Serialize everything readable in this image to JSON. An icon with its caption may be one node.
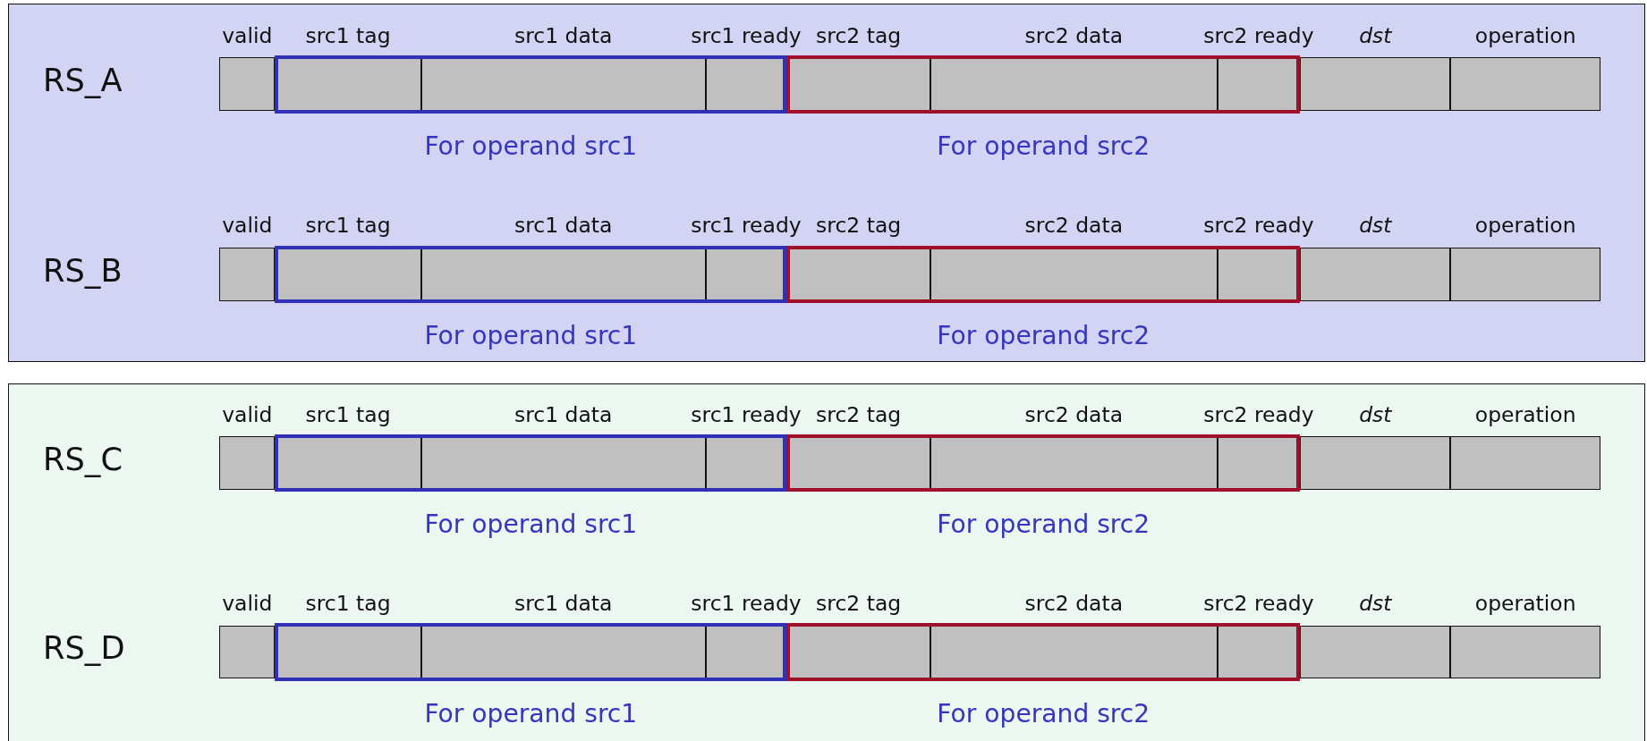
{
  "diagram": {
    "nodes": [
      {
        "text": [],
        "shape": "box"
      },
      {
        "text": [
          "RS_A"
        ],
        "in": 0
      },
      {
        "text": [
          "valid"
        ],
        "in": 1
      },
      {
        "text": [
          "For operand src1"
        ],
        "in": 1
      },
      {
        "text": [
          "src1 tag"
        ],
        "in": 3
      },
      {
        "text": [
          "src1 data"
        ],
        "in": 3
      },
      {
        "text": [
          "src1 ready"
        ],
        "in": 3
      },
      {
        "text": [
          "For operand src2"
        ],
        "in": 1
      },
      {
        "text": [
          "src2 tag"
        ],
        "in": 7
      },
      {
        "text": [
          "src2 data"
        ],
        "in": 7
      },
      {
        "text": [
          "src2 ready"
        ],
        "in": 7
      },
      {
        "text": [
          "dst"
        ],
        "in": 1
      },
      {
        "text": [
          "operation"
        ],
        "in": 1
      },
      {
        "text": [
          "RS_B"
        ],
        "in": 0
      },
      {
        "text": [
          "valid"
        ],
        "in": 13
      },
      {
        "text": [
          "For operand src1"
        ],
        "in": 13
      },
      {
        "text": [
          "src1 tag"
        ],
        "in": 15
      },
      {
        "text": [
          "src1 data"
        ],
        "in": 15
      },
      {
        "text": [
          "src1 ready"
        ],
        "in": 15
      },
      {
        "text": [
          "For operand src2"
        ],
        "in": 13
      },
      {
        "text": [
          "src2 tag"
        ],
        "in": 19
      },
      {
        "text": [
          "src2 data"
        ],
        "in": 19
      },
      {
        "text": [
          "src2 ready"
        ],
        "in": 19
      },
      {
        "text": [
          "dst"
        ],
        "in": 13
      },
      {
        "text": [
          "operation"
        ],
        "in": 13
      },
      {
        "text": [],
        "shape": "box"
      },
      {
        "text": [
          "RS_C"
        ],
        "in": 25
      },
      {
        "text": [
          "valid"
        ],
        "in": 26
      },
      {
        "text": [
          "For operand src1"
        ],
        "in": 26
      },
      {
        "text": [
          "src1 tag"
        ],
        "in": 28
      },
      {
        "text": [
          "src1 data"
        ],
        "in": 28
      },
      {
        "text": [
          "src1 ready"
        ],
        "in": 28
      },
      {
        "text": [
          "For operand src2"
        ],
        "in": 26
      },
      {
        "text": [
          "src2 tag"
        ],
        "in": 32
      },
      {
        "text": [
          "src2 data"
        ],
        "in": 32
      },
      {
        "text": [
          "src2 ready"
        ],
        "in": 32
      },
      {
        "text": [
          "dst"
        ],
        "in": 26
      },
      {
        "text": [
          "operation"
        ],
        "in": 26
      },
      {
        "text": [
          "RS_D"
        ],
        "in": 25
      },
      {
        "text": [
          "valid"
        ],
        "in": 38
      },
      {
        "text": [
          "For operand src1"
        ],
        "in": 38
      },
      {
        "text": [
          "src1 tag"
        ],
        "in": 40
      },
      {
        "text": [
          "src1 data"
        ],
        "in": 40
      },
      {
        "text": [
          "src1 ready"
        ],
        "in": 40
      },
      {
        "text": [
          "For operand src2"
        ],
        "in": 38
      },
      {
        "text": [
          "src2 tag"
        ],
        "in": 44
      },
      {
        "text": [
          "src2 data"
        ],
        "in": 44
      },
      {
        "text": [
          "src2 ready"
        ],
        "in": 44
      },
      {
        "text": [
          "dst"
        ],
        "in": 38
      },
      {
        "text": [
          "operation"
        ],
        "in": 38
      }
    ]
  }
}
